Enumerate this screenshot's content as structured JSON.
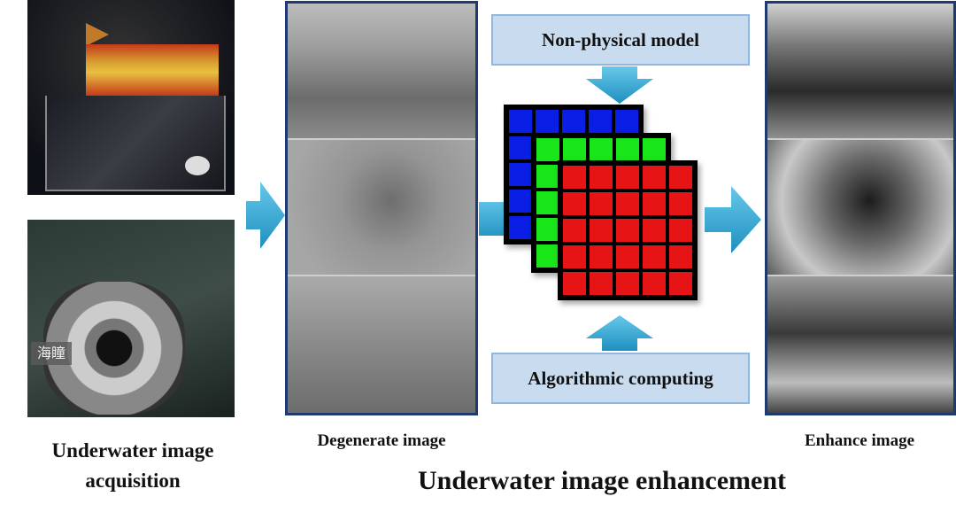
{
  "labels": {
    "acquisition": "Underwater image acquisition",
    "degenerate": "Degenerate image",
    "enhance": "Enhance image",
    "title": "Underwater image enhancement"
  },
  "process": {
    "top_box": "Non-physical model",
    "bottom_box": "Algorithmic computing"
  },
  "grid_colors": {
    "blue": "#0a1ee6",
    "green": "#19e619",
    "red": "#e61414"
  },
  "photo_overlay_text": "海瞳",
  "icons": [
    "arrow-right-icon",
    "arrow-down-icon",
    "arrow-up-icon"
  ]
}
